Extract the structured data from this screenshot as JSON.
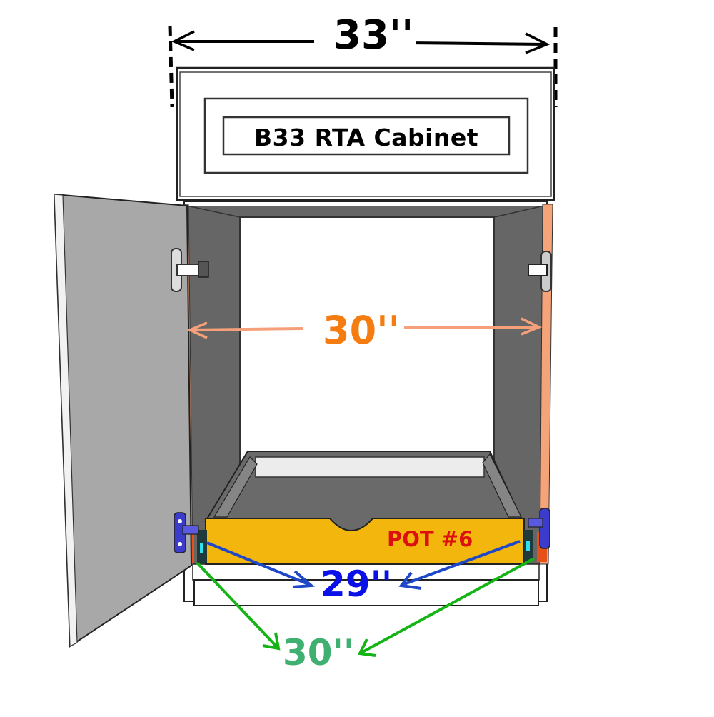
{
  "diagram": {
    "title": "B33 RTA Cabinet",
    "dimensions": {
      "overall_width": {
        "label": "33''",
        "color": "#000000"
      },
      "inner_opening": {
        "label": "30''",
        "color": "#f57c10",
        "arrow_color": "#f5a07a"
      },
      "drawer_width": {
        "label": "29''",
        "color": "#0a10e8",
        "arrow_color": "#1f48c8"
      },
      "depth_diagonal": {
        "label": "30''",
        "color": "#3fb070",
        "arrow_color": "#14b414"
      }
    },
    "drawer": {
      "label": "POT #6",
      "label_color": "#dd1010",
      "front_color": "#f2b60c"
    },
    "colors": {
      "cabinet_interior": "#666666",
      "door": "#a8a8a8",
      "edge_strip": "#f5a47a",
      "hinge_bottom": "#3c3ccc"
    }
  }
}
